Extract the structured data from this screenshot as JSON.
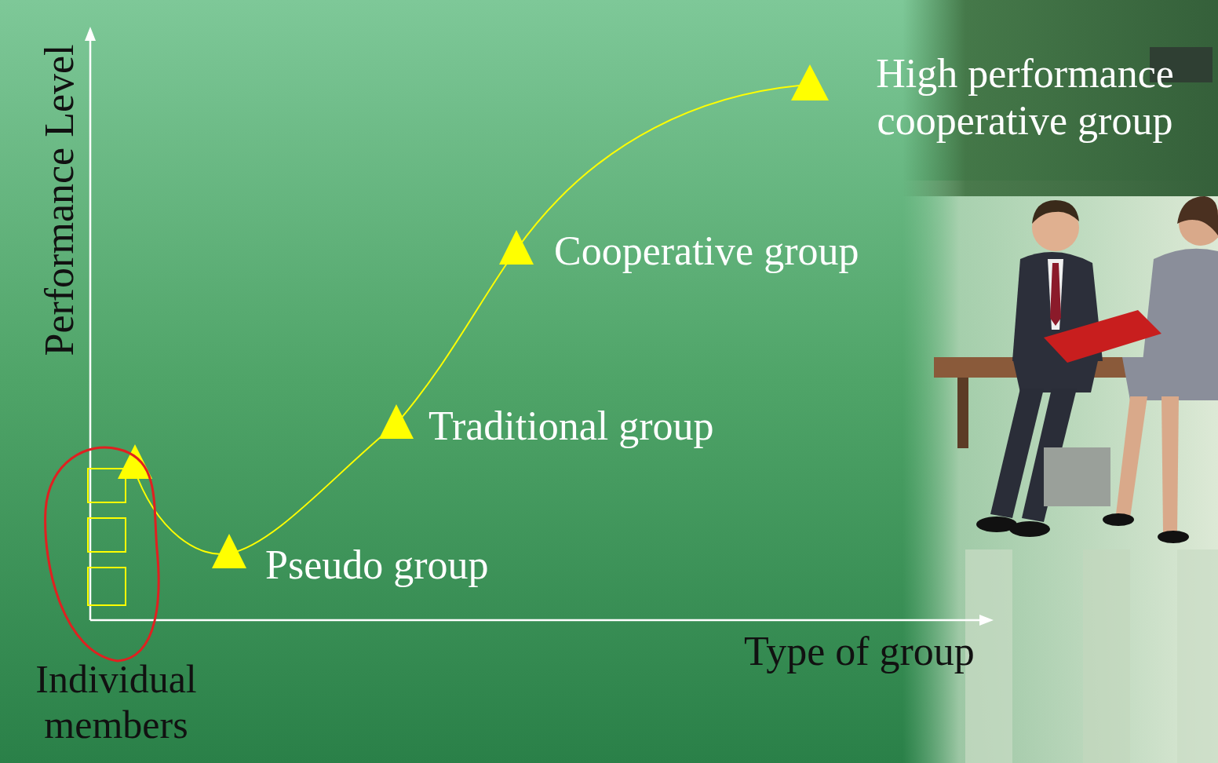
{
  "diagram": {
    "labels": [
      "Performance Level",
      "High performance cooperative group",
      "Cooperative group",
      "Traditional group",
      "Pseudo group",
      "Type of group",
      "Individual members"
    ]
  }
}
